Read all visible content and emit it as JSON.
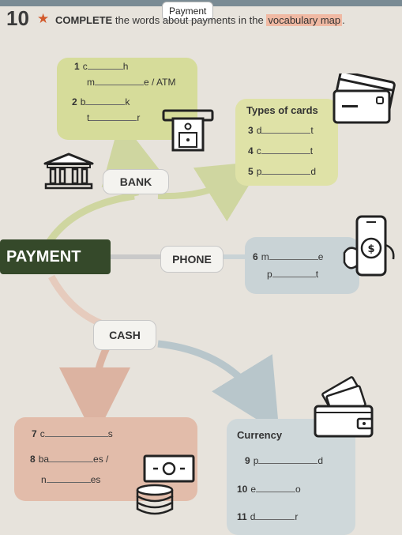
{
  "header": {
    "tab_label": "Payment",
    "exercise_number": "10",
    "star": "★",
    "instruction_bold": "COMPLETE",
    "instruction_pre": " the words about payments in the ",
    "instruction_highlight": "vocabulary map",
    "instruction_post": "."
  },
  "center": {
    "payment": "PAYMENT",
    "bank": "BANK",
    "phone": "PHONE",
    "cash": "CASH"
  },
  "bank_group": {
    "items": [
      {
        "num": "1",
        "start": "c",
        "end": "h"
      },
      {
        "num": "",
        "start": "m",
        "end": "e / ATM"
      },
      {
        "num": "2",
        "start": "b",
        "end": "k"
      },
      {
        "num": "",
        "start": "t",
        "end": "r"
      }
    ]
  },
  "cards_group": {
    "title": "Types of cards",
    "items": [
      {
        "num": "3",
        "start": "d",
        "end": "t"
      },
      {
        "num": "4",
        "start": "c",
        "end": "t"
      },
      {
        "num": "5",
        "start": "p",
        "end": "d"
      }
    ]
  },
  "phone_group": {
    "items": [
      {
        "num": "6",
        "start": "m",
        "end": "e"
      },
      {
        "num": "",
        "start": "p",
        "end": "t"
      }
    ]
  },
  "cash_group": {
    "items": [
      {
        "num": "7",
        "start": "c",
        "end": "s"
      },
      {
        "num": "8",
        "start": "ba",
        "end": "es /"
      },
      {
        "num": "",
        "start": "n",
        "end": "es"
      }
    ]
  },
  "currency_group": {
    "title": "Currency",
    "items": [
      {
        "num": "9",
        "start": "p",
        "end": "d"
      },
      {
        "num": "10",
        "start": "e",
        "end": "o"
      },
      {
        "num": "11",
        "start": "d",
        "end": "r"
      }
    ]
  },
  "colors": {
    "green_box": "#d6dc9a",
    "blue_box": "#c9d3d6",
    "pink_box": "#e2bcaa",
    "payment_box": "#35492a",
    "star": "#d25a2c",
    "highlight": "#f0b9a3"
  },
  "icons": [
    "bank-icon",
    "atm-icon",
    "credit-card-icon",
    "phone-payment-icon",
    "wallet-icon",
    "banknote-icon",
    "coins-icon"
  ]
}
